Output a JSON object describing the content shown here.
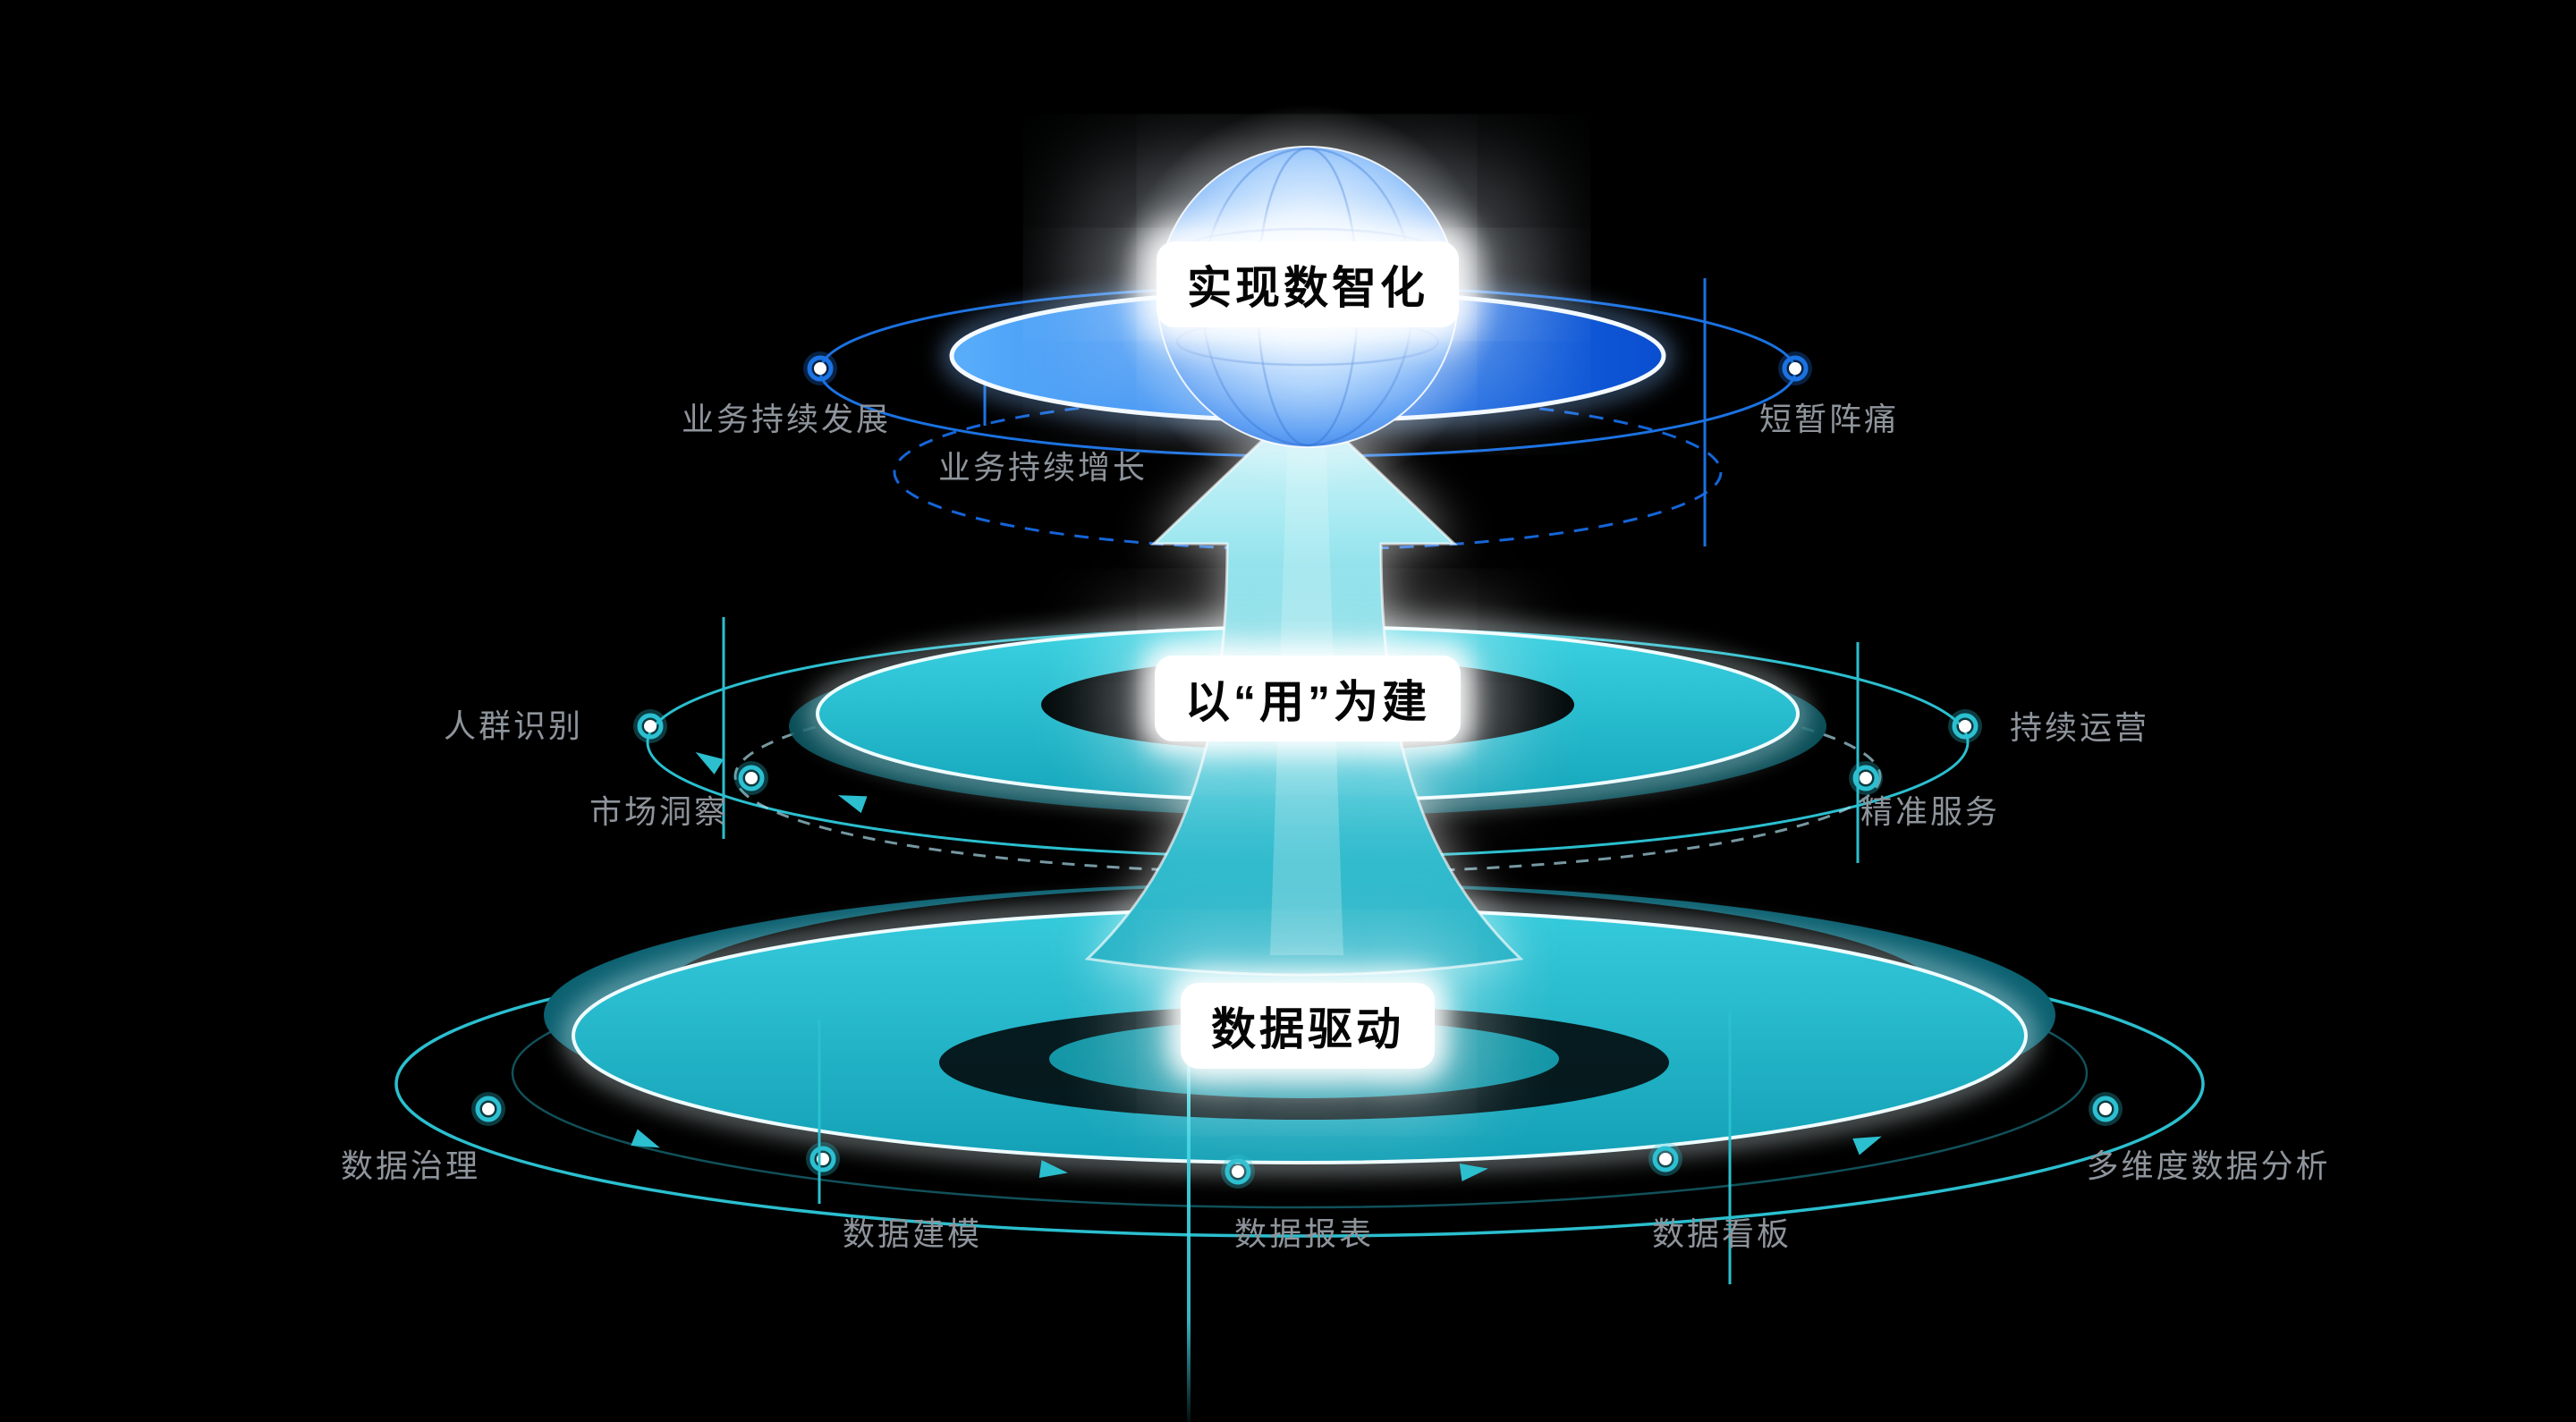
{
  "scene": {
    "top": {
      "title": "实现数智化",
      "labels": {
        "left1": "业务持续发展",
        "left2": "业务持续增长",
        "right1": "短暂阵痛"
      }
    },
    "middle": {
      "title": "以“用”为建",
      "labels": {
        "left1": "人群识别",
        "left2": "市场洞察",
        "right1": "持续运营",
        "right2": "精准服务"
      }
    },
    "bottom": {
      "title": "数据驱动",
      "labels": {
        "left1": "数据治理",
        "bottom1": "数据建模",
        "bottom2": "数据报表",
        "bottom3": "数据看板",
        "right1": "多维度数据分析"
      }
    }
  },
  "colors": {
    "background": "#000000",
    "teal": "#2bc0d2",
    "blue": "#1c6fe0",
    "label_gray": "#8e949b",
    "rim_white": "#eefcff"
  }
}
